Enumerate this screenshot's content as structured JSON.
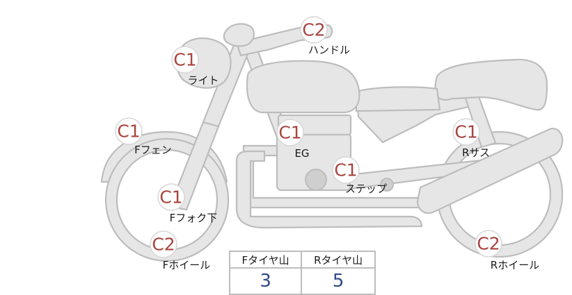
{
  "parts": [
    {
      "id": "light",
      "code": "C1",
      "label": "ライト"
    },
    {
      "id": "handle",
      "code": "C2",
      "label": "ハンドル"
    },
    {
      "id": "f-fender",
      "code": "C1",
      "label": "Fフェン"
    },
    {
      "id": "eg",
      "code": "C1",
      "label": "EG"
    },
    {
      "id": "step",
      "code": "C1",
      "label": "ステップ"
    },
    {
      "id": "r-sus",
      "code": "C1",
      "label": "Rサス"
    },
    {
      "id": "f-fork",
      "code": "C1",
      "label": "Fフォク下"
    },
    {
      "id": "f-wheel",
      "code": "C2",
      "label": "Fホイール"
    },
    {
      "id": "r-wheel",
      "code": "C2",
      "label": "Rホイール"
    }
  ],
  "tread": {
    "front_label": "Fタイヤ山",
    "rear_label": "Rタイヤ山",
    "front_value": "3",
    "rear_value": "5"
  },
  "colors": {
    "code_text": "#a8443f",
    "value_text": "#2f4a8a",
    "bike_fill": "#e6e6e6",
    "bike_stroke": "#bdbdbd"
  }
}
